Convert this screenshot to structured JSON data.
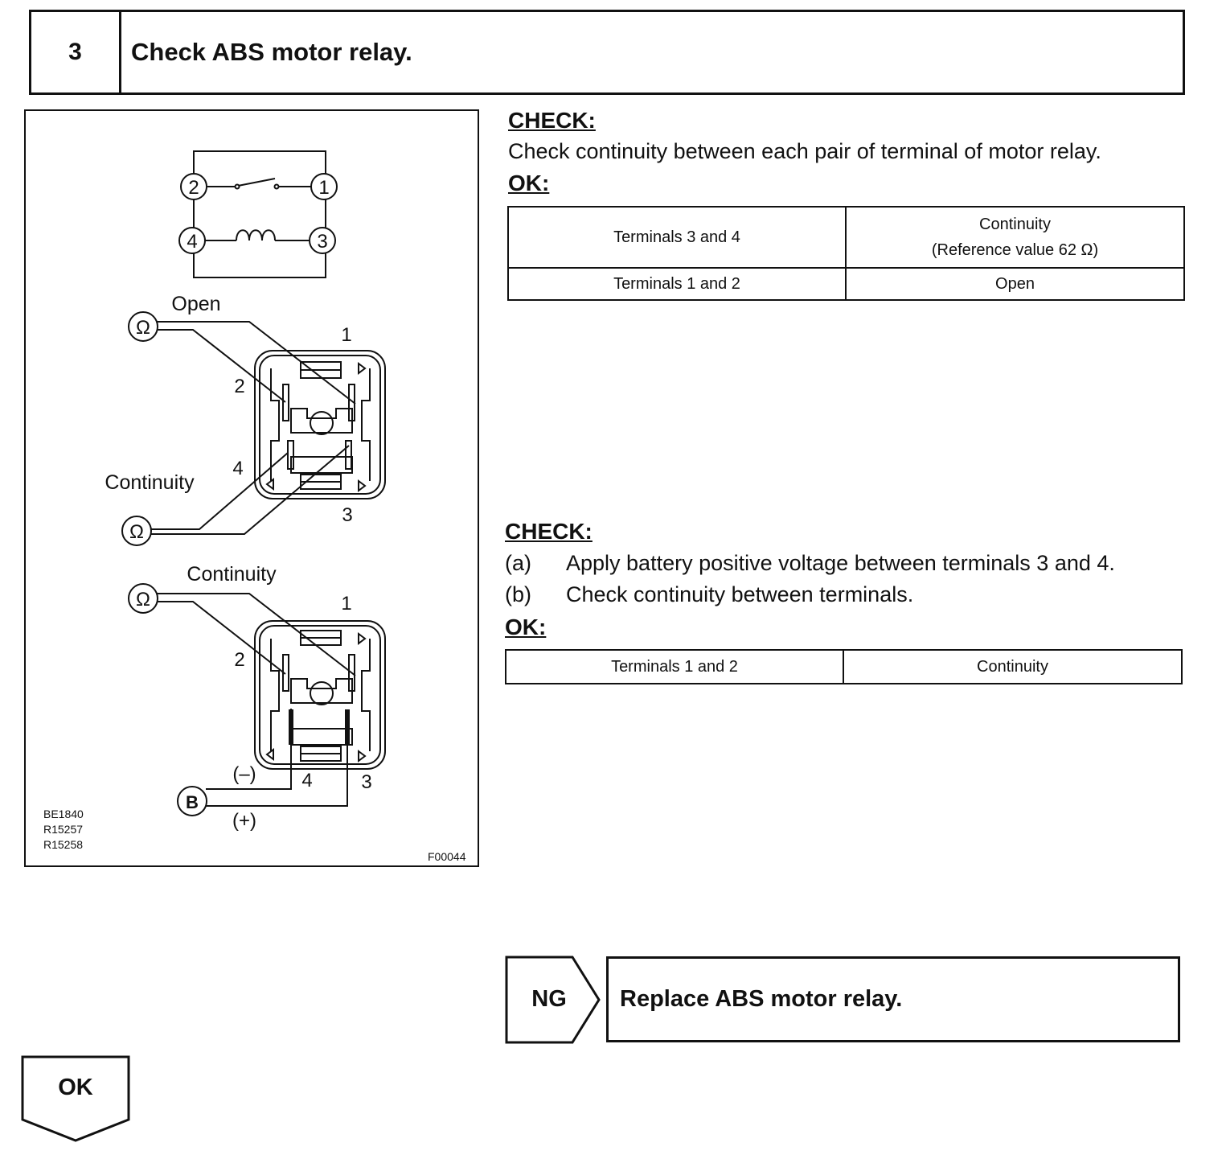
{
  "header": {
    "step_number": "3",
    "title": "Check ABS motor relay."
  },
  "figure": {
    "schematic_terminals": [
      "2",
      "1",
      "4",
      "3"
    ],
    "diagram1": {
      "label_open": "Open",
      "label_continuity": "Continuity",
      "ohm_symbol": "Ω",
      "terminal_1": "1",
      "terminal_2": "2",
      "terminal_3": "3",
      "terminal_4": "4"
    },
    "diagram2": {
      "label_continuity": "Continuity",
      "ohm_symbol": "Ω",
      "battery_symbol": "B",
      "minus_label": "(–)",
      "plus_label": "(+)",
      "terminal_1": "1",
      "terminal_2": "2",
      "terminal_3": "3",
      "terminal_4": "4"
    },
    "codes": [
      "BE1840",
      "R15257",
      "R15258"
    ],
    "figure_id": "F00044"
  },
  "check1": {
    "heading": "CHECK:",
    "text": "Check continuity between each pair of terminal of motor relay.",
    "ok_heading": "OK:",
    "rows": [
      {
        "terminals": "Terminals 3 and 4",
        "result_line1": "Continuity",
        "result_line2": "(Reference value 62 Ω)"
      },
      {
        "terminals": "Terminals 1 and 2",
        "result_line1": "Open",
        "result_line2": ""
      }
    ]
  },
  "check2": {
    "heading": "CHECK:",
    "steps": [
      {
        "label": "(a)",
        "text": "Apply battery positive voltage between terminals 3 and 4."
      },
      {
        "label": "(b)",
        "text": "Check continuity between terminals."
      }
    ],
    "ok_heading": "OK:",
    "rows": [
      {
        "terminals": "Terminals 1 and 2",
        "result": "Continuity"
      }
    ]
  },
  "ng": {
    "label": "NG",
    "action": "Replace ABS motor relay."
  },
  "ok": {
    "label": "OK"
  }
}
